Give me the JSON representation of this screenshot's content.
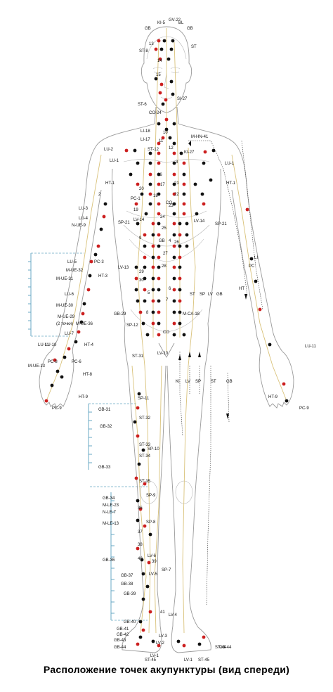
{
  "caption": "Расположение точек акупунктуры (вид спереди)",
  "colors": {
    "point_red": "#cc1f1f",
    "point_black": "#111111",
    "meridian": "#d9c27a",
    "ruler": "#6aa9c4",
    "outline": "#9a9a9a"
  },
  "head_labels": [
    "GB",
    "KI-5",
    "GV-22",
    "BL",
    "GB",
    "ST",
    "ST-8",
    "ST-6",
    "CO-24",
    "SI-27"
  ],
  "trunk_labels": [
    "M-HN-41",
    "LI-18",
    "LI-17",
    "LU-2",
    "LU-1",
    "ST-12",
    "KI-27",
    "HT-1",
    "PC-1",
    "LU-3",
    "LU-4",
    "N-UE-9",
    "LV-14",
    "SP-21",
    "GB",
    "CO",
    "LV-14",
    "SP-21",
    "HT-1",
    "LU-1",
    "PC-3",
    "HT-3",
    "LV-13",
    "LU-5",
    "M-UE-32",
    "M-UE-31",
    "LU-6",
    "M-UE-30",
    "M-UE-29",
    "(2 точки)",
    "LU-7",
    "M-UE-36",
    "HT-4",
    "PC-6",
    "LU-10",
    "LU-11",
    "PC-8",
    "M-UE-13",
    "HT-8",
    "HT-9",
    "PC-9",
    "ST-31",
    "LV-10",
    "SP-12",
    "GB-29",
    "ST",
    "SP",
    "LV",
    "GB",
    "KI",
    "LV",
    "SP",
    "ST",
    "GB",
    "CO",
    "M-CA-18",
    "PC",
    "HT",
    "LI",
    "LU-11",
    "HT-9",
    "PC-9"
  ],
  "leg_labels": [
    "SP-11",
    "GB-31",
    "ST-32",
    "GB-32",
    "ST-33",
    "SP-10",
    "ST-34",
    "GB-33",
    "ST-35",
    "GB-34",
    "SP-9",
    "M-LE-23",
    "N-LE-7",
    "M-LE-13",
    "SP-8",
    "GB-36",
    "LV-6",
    "GB-37",
    "GB-38",
    "SP-7",
    "LV-5",
    "GB-39",
    "GB-40",
    "GB-41",
    "GB-42",
    "GB-43",
    "GB-44",
    "ST-45",
    "ST-44",
    "LV-4",
    "LV-3",
    "LV-2",
    "LV-1",
    "LV-1",
    "ST-45",
    "GB-44",
    "36",
    "37",
    "38",
    "39",
    "40",
    "41"
  ],
  "center_numbers": [
    "13",
    "14",
    "15",
    "16",
    "17",
    "18",
    "19",
    "20",
    "21",
    "22",
    "23",
    "24",
    "25",
    "26",
    "27",
    "28",
    "29",
    "30",
    "10",
    "11",
    "12",
    "4",
    "5",
    "6",
    "7",
    "8",
    "9",
    "2",
    "3"
  ]
}
